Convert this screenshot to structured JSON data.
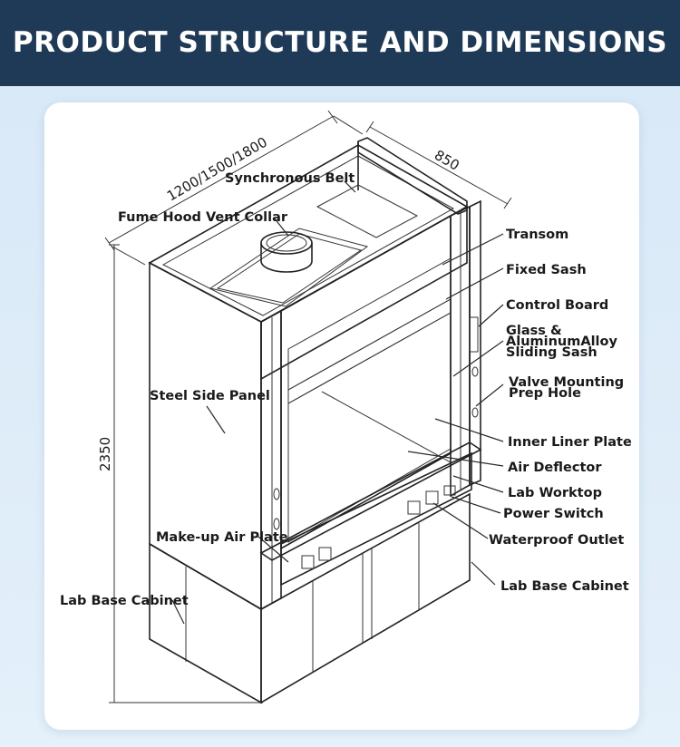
{
  "header": {
    "title": "PRODUCT STRUCTURE AND DIMENSIONS"
  },
  "dimensions": {
    "width": "1200/1500/1800",
    "depth": "850",
    "height": "2350"
  },
  "labels": {
    "synchronous_belt": "Synchronous Belt",
    "vent_collar": "Fume Hood Vent Collar",
    "transom": "Transom",
    "fixed_sash": "Fixed Sash",
    "control_board": "Control Board",
    "sliding_sash_1": "Glass &",
    "sliding_sash_2": "AluminumAlloy",
    "sliding_sash_3": "Sliding Sash",
    "valve_hole_1": "Valve Mounting",
    "valve_hole_2": "Prep Hole",
    "side_panel": "Steel Side Panel",
    "inner_liner": "Inner Liner Plate",
    "air_deflector": "Air Deflector",
    "worktop": "Lab Worktop",
    "power_switch": "Power Switch",
    "makeup_air": "Make-up Air Plate",
    "waterproof_outlet": "Waterproof Outlet",
    "base_cabinet_right": "Lab Base Cabinet",
    "base_cabinet_left": "Lab Base Cabinet"
  },
  "colors": {
    "header_bg": "#1f3a57",
    "page_bg": "#dbeaf8",
    "card_bg": "#ffffff"
  }
}
